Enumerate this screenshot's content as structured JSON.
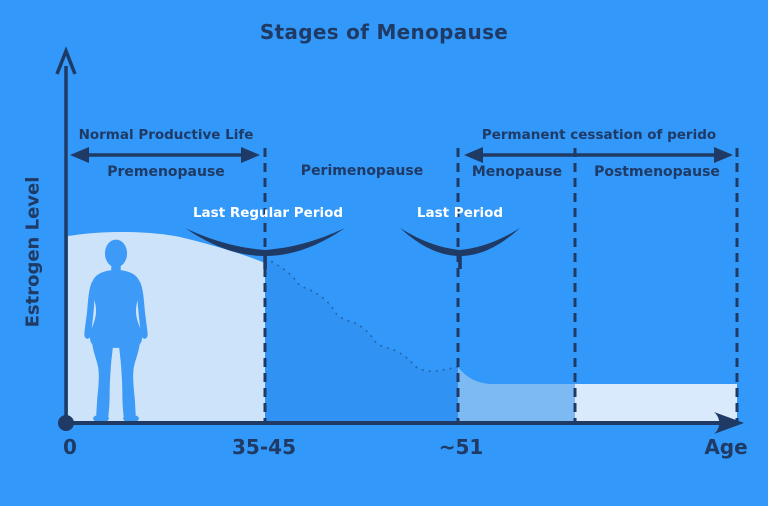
{
  "title": "Stages of Menopause",
  "y_axis": {
    "label": "Estrogen Level"
  },
  "x_axis": {
    "tick_0": "0",
    "tick_1": "35-45",
    "tick_2": "~51",
    "label": "Age"
  },
  "ranges": {
    "productive_life": "Normal Productive Life",
    "cessation": "Permanent cessation of perido"
  },
  "stages": {
    "pre": "Premenopause",
    "peri": "Perimenopause",
    "meno": "Menopause",
    "post": "Postmenopause"
  },
  "callouts": {
    "last_regular_period": "Last Regular Period",
    "last_period": "Last Period"
  },
  "colors": {
    "background": "#3298fa",
    "navy": "#1f3a64",
    "premenopause_fill": "#cde3fa",
    "menopause_fill": "#7db9f3",
    "postmenopause_fill": "#d9eafc",
    "figure_blue": "#3e9af7",
    "callout_text": "#ffffff"
  },
  "chart_data": {
    "type": "area",
    "title": "Stages of Menopause",
    "xlabel": "Age",
    "ylabel": "Estrogen Level",
    "x_ticks": [
      "0",
      "35-45",
      "~51"
    ],
    "grid": false,
    "legend": false,
    "stages": [
      {
        "name": "Premenopause",
        "range_label": "Normal Productive Life",
        "x_start": "0",
        "x_end": "35-45",
        "estrogen": "high plateau"
      },
      {
        "name": "Perimenopause",
        "range_label": "",
        "x_start": "35-45",
        "x_end": "~51",
        "estrogen": "wavy decline"
      },
      {
        "name": "Menopause",
        "range_label": "Permanent cessation of perido",
        "x_start": "~51",
        "x_end": "",
        "estrogen": "low plateau"
      },
      {
        "name": "Postmenopause",
        "range_label": "Permanent cessation of perido",
        "x_start": "",
        "x_end": "Age+",
        "estrogen": "low plateau"
      }
    ],
    "series": [
      {
        "name": "Estrogen Level",
        "x": [
          0,
          30,
          38,
          42,
          45,
          48,
          51,
          56,
          60,
          75
        ],
        "y": [
          0.95,
          0.95,
          0.88,
          0.72,
          0.58,
          0.44,
          0.3,
          0.2,
          0.2,
          0.2
        ]
      }
    ],
    "annotations": [
      "Last Regular Period",
      "Last Period"
    ]
  }
}
